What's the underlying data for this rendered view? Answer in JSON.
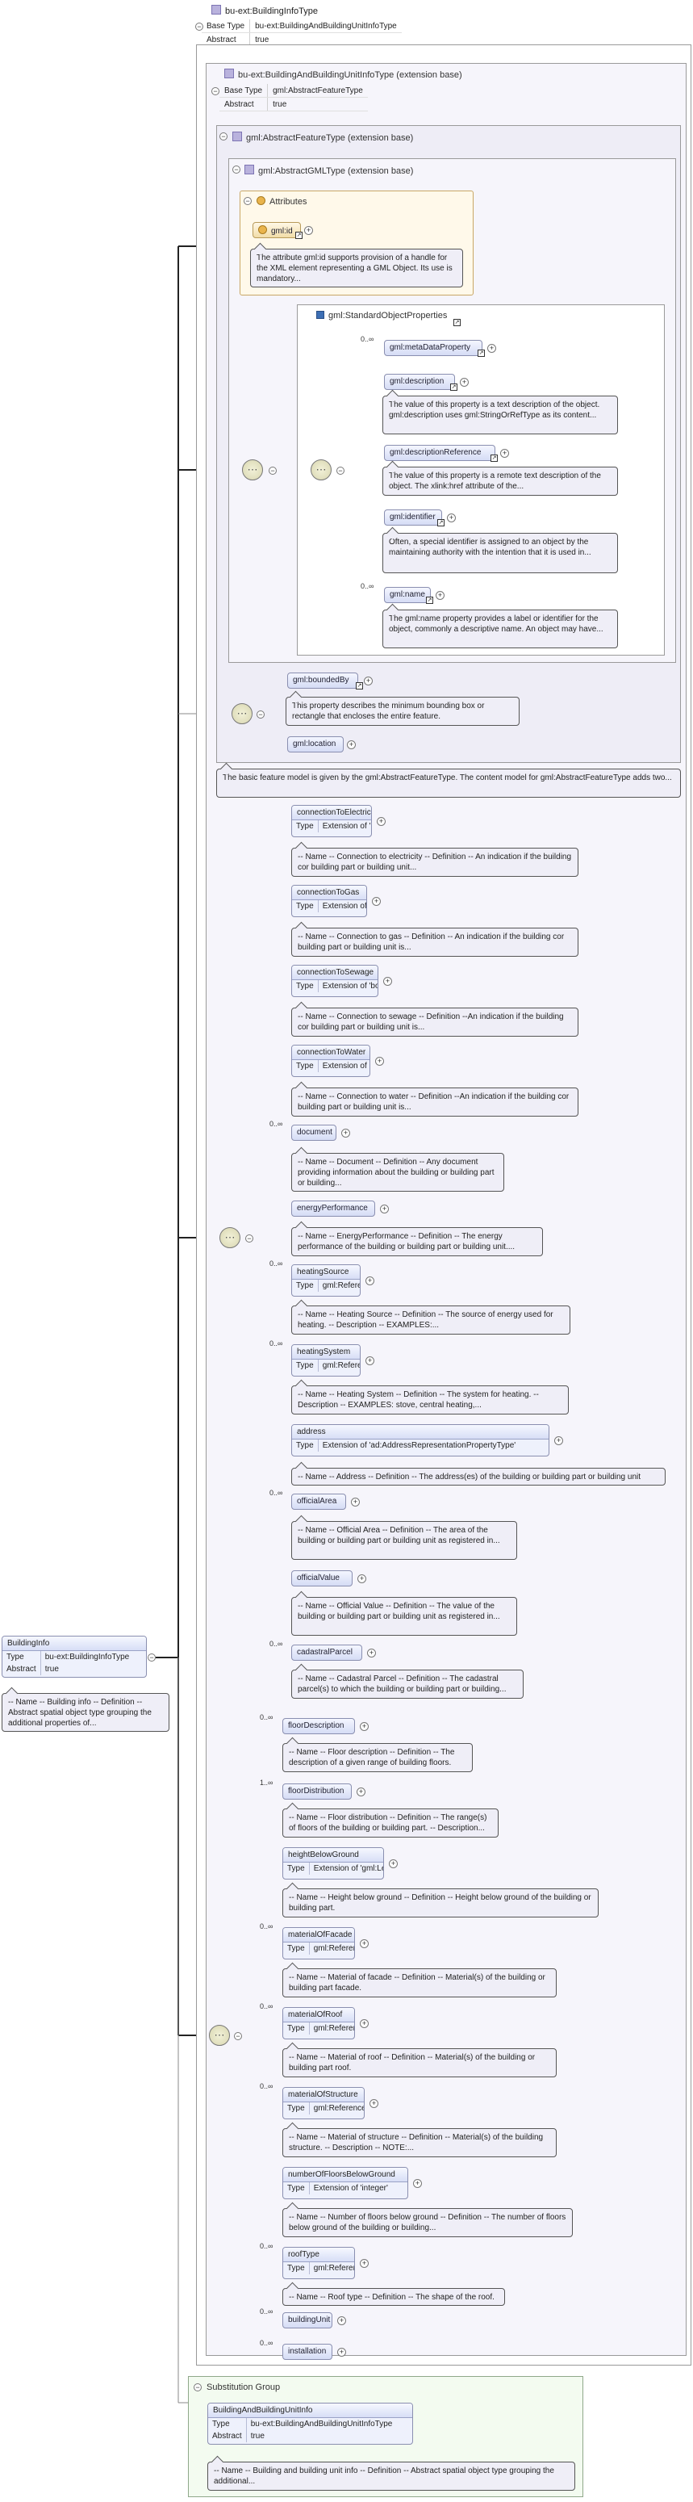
{
  "header": {
    "title": "bu-ext:BuildingInfoType",
    "base_type_label": "Base Type",
    "base_type_value": "bu-ext:BuildingAndBuildingUnitInfoType",
    "abstract_label": "Abstract",
    "abstract_value": "true"
  },
  "ext_building_unit": {
    "title": "bu-ext:BuildingAndBuildingUnitInfoType (extension base)",
    "base_type_value": "gml:AbstractFeatureType",
    "abstract_value": "true"
  },
  "feature_ext": {
    "title": "gml:AbstractFeatureType (extension base)"
  },
  "gml_ext": {
    "title": "gml:AbstractGMLType (extension base)"
  },
  "attributes": {
    "title": "Attributes",
    "gml_id": "gml:id",
    "gml_id_doc": "The attribute gml:id supports provision of a handle for the XML element representing a GML Object. Its use is mandatory..."
  },
  "std_props": {
    "title": "gml:StandardObjectProperties",
    "items": [
      {
        "occ": "0..∞",
        "name": "gml:metaDataProperty",
        "doc": ""
      },
      {
        "occ": "",
        "name": "gml:description",
        "doc": "The value of this property is a text description of the object. gml:description uses gml:StringOrRefType as its content..."
      },
      {
        "occ": "",
        "name": "gml:descriptionReference",
        "doc": "The value of this property is a remote text description of the object. The xlink:href attribute of the..."
      },
      {
        "occ": "",
        "name": "gml:identifier",
        "doc": "Often, a special identifier is assigned to an object by the maintaining authority with the intention that it is used in..."
      },
      {
        "occ": "0..∞",
        "name": "gml:name",
        "doc": "The gml:name property provides a label or identifier for the object, commonly a descriptive name. An object may have..."
      }
    ]
  },
  "bounded_by": {
    "name": "gml:boundedBy",
    "doc": "This property describes the minimum bounding box or rectangle that encloses the entire feature."
  },
  "location": {
    "name": "gml:location"
  },
  "feature_doc": "The basic feature model is given by the gml:AbstractFeatureType. The content model for gml:AbstractFeatureType adds two...",
  "type_label": "Type",
  "info_elements": [
    {
      "occ": "",
      "name": "connectionToElectricity",
      "type": "Extension of 'boolean'",
      "doc": "-- Name -- Connection to electricity -- Definition -- An indication if the building cor building part or building unit..."
    },
    {
      "occ": "",
      "name": "connectionToGas",
      "type": "Extension of 'boolean'",
      "doc": "-- Name -- Connection to gas -- Definition -- An indication if the building cor building part or building unit is..."
    },
    {
      "occ": "",
      "name": "connectionToSewage",
      "type": "Extension of 'boolean'",
      "doc": "-- Name -- Connection to sewage -- Definition --An indication if the building cor building part or building unit is..."
    },
    {
      "occ": "",
      "name": "connectionToWater",
      "type": "Extension of 'boolean'",
      "doc": "-- Name -- Connection to water -- Definition --An indication if the building cor building part or building unit is..."
    },
    {
      "occ": "0..∞",
      "name": "document",
      "type": "",
      "doc": "-- Name -- Document -- Definition -- Any document providing information about the building or building part or building..."
    },
    {
      "occ": "",
      "name": "energyPerformance",
      "type": "",
      "doc": "-- Name -- EnergyPerformance -- Definition -- The energy performance of the building or building part or building unit...."
    },
    {
      "occ": "0..∞",
      "name": "heatingSource",
      "type": "gml:ReferenceType",
      "doc": "-- Name -- Heating Source -- Definition -- The source of energy used for heating. -- Description -- EXAMPLES:..."
    },
    {
      "occ": "0..∞",
      "name": "heatingSystem",
      "type": "gml:ReferenceType",
      "doc": "-- Name -- Heating System -- Definition -- The system for heating. -- Description -- EXAMPLES: stove, central heating,..."
    },
    {
      "occ": "",
      "name": "address",
      "type": "Extension of 'ad:AddressRepresentationPropertyType'",
      "doc": "-- Name -- Address -- Definition -- The address(es) of the building or building part or building unit"
    },
    {
      "occ": "0..∞",
      "name": "officialArea",
      "type": "",
      "doc": "-- Name -- Official Area -- Definition -- The area of the building or building part or building unit as registered in..."
    },
    {
      "occ": "",
      "name": "officialValue",
      "type": "",
      "doc": "-- Name -- Official Value -- Definition -- The value of the building or building part or building unit as registered in..."
    },
    {
      "occ": "0..∞",
      "name": "cadastralParcel",
      "type": "",
      "doc": "-- Name -- Cadastral Parcel -- Definition -- The cadastral parcel(s) to which the building or building part or building..."
    }
  ],
  "building_info": {
    "name": "BuildingInfo",
    "type_value": "bu-ext:BuildingInfoType",
    "abstract_label": "Abstract",
    "abstract_value": "true",
    "doc": "-- Name -- Building info -- Definition -- Abstract spatial object type grouping the additional properties of..."
  },
  "own_elements": [
    {
      "occ": "0..∞",
      "name": "floorDescription",
      "type": "",
      "doc": "-- Name -- Floor description -- Definition -- The description of a given range of building floors."
    },
    {
      "occ": "1..∞",
      "name": "floorDistribution",
      "type": "",
      "doc": "-- Name -- Floor distribution -- Definition -- The range(s) of floors of the building or building part. -- Description..."
    },
    {
      "occ": "",
      "name": "heightBelowGround",
      "type": "Extension of 'gml:LengthType'",
      "doc": "-- Name -- Height below ground -- Definition -- Height below ground of the building or building part."
    },
    {
      "occ": "0..∞",
      "name": "materialOfFacade",
      "type": "gml:ReferenceType",
      "doc": "-- Name -- Material of facade -- Definition -- Material(s) of the building or building part facade."
    },
    {
      "occ": "0..∞",
      "name": "materialOfRoof",
      "type": "gml:ReferenceType",
      "doc": "-- Name -- Material of roof -- Definition -- Material(s) of the building or building part roof."
    },
    {
      "occ": "0..∞",
      "name": "materialOfStructure",
      "type": "gml:ReferenceType",
      "doc": "-- Name -- Material of structure -- Definition -- Material(s) of the building structure. -- Description -- NOTE:..."
    },
    {
      "occ": "",
      "name": "numberOfFloorsBelowGround",
      "type": "Extension of 'integer'",
      "doc": "-- Name -- Number of floors below ground -- Definition -- The number of floors below ground of the building or building..."
    },
    {
      "occ": "0..∞",
      "name": "roofType",
      "type": "gml:ReferenceType",
      "doc": "-- Name -- Roof type -- Definition -- The shape of the roof."
    },
    {
      "occ": "0..∞",
      "name": "buildingUnit",
      "type": "",
      "doc": ""
    },
    {
      "occ": "0..∞",
      "name": "installation",
      "type": "",
      "doc": ""
    }
  ],
  "substitution": {
    "title": "Substitution Group",
    "name": "BuildingAndBuildingUnitInfo",
    "type_value": "bu-ext:BuildingAndBuildingUnitInfoType",
    "abstract_label": "Abstract",
    "abstract_value": "true",
    "doc": "-- Name -- Building and building unit info -- Definition -- Abstract spatial object type grouping the additional..."
  }
}
